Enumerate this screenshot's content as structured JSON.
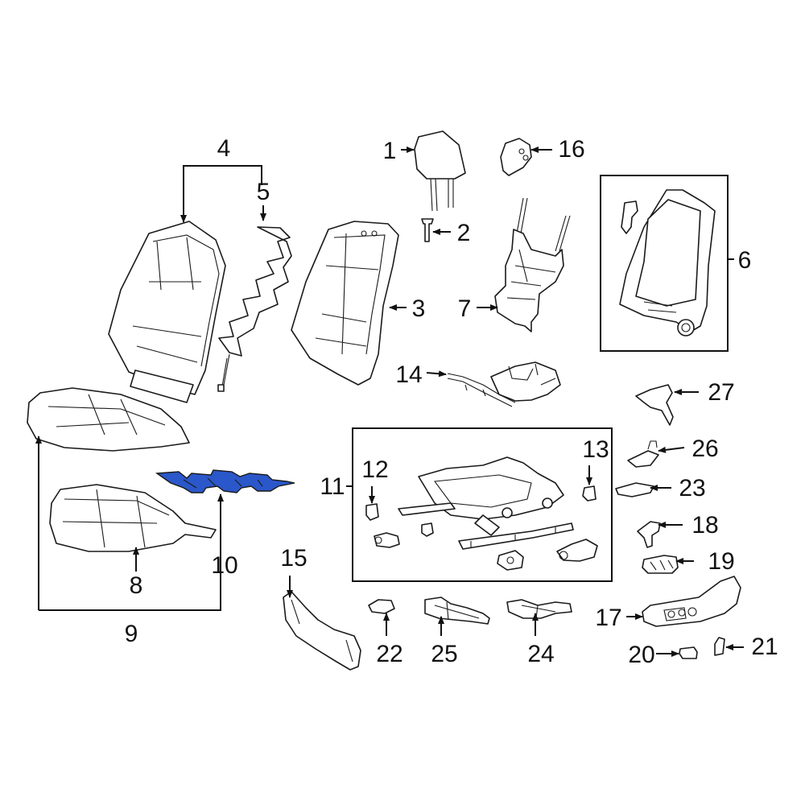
{
  "colors": {
    "line": "#1a1a1a",
    "highlight_fill": "#2a57c9",
    "background": "#ffffff"
  },
  "callouts": {
    "c1": "1",
    "c2": "2",
    "c3": "3",
    "c4": "4",
    "c5": "5",
    "c6": "6",
    "c7": "7",
    "c8": "8",
    "c9": "9",
    "c10": "10",
    "c11": "11",
    "c12": "12",
    "c13": "13",
    "c14": "14",
    "c15": "15",
    "c16": "16",
    "c17": "17",
    "c18": "18",
    "c19": "19",
    "c20": "20",
    "c21": "21",
    "c22": "22",
    "c23": "23",
    "c24": "24",
    "c25": "25",
    "c26": "26",
    "c27": "27"
  },
  "highlighted_part": "10"
}
